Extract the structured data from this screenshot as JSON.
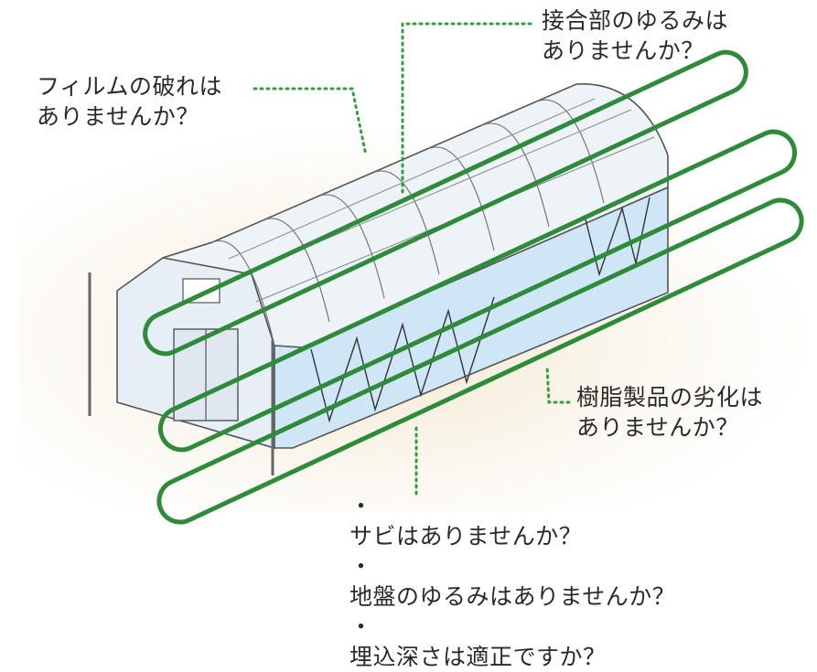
{
  "labels": {
    "film": [
      "フィルムの破れは",
      "ありませんか？"
    ],
    "joint": [
      "接合部のゆるみは",
      "ありませんか？"
    ],
    "resin": [
      "樹脂製品の劣化は",
      "ありませんか？"
    ],
    "checks": [
      "サビはありませんか？",
      "地盤のゆるみはありませんか？",
      "埋込深さは適正ですか？"
    ],
    "bullet": "・"
  },
  "colors": {
    "highlight_ring": "#2e8b3a",
    "leader_dots": "#3a9a3f",
    "film_fill": "#eef3f8",
    "side_panel": "#cfe6f7",
    "frame_line": "#555555"
  }
}
